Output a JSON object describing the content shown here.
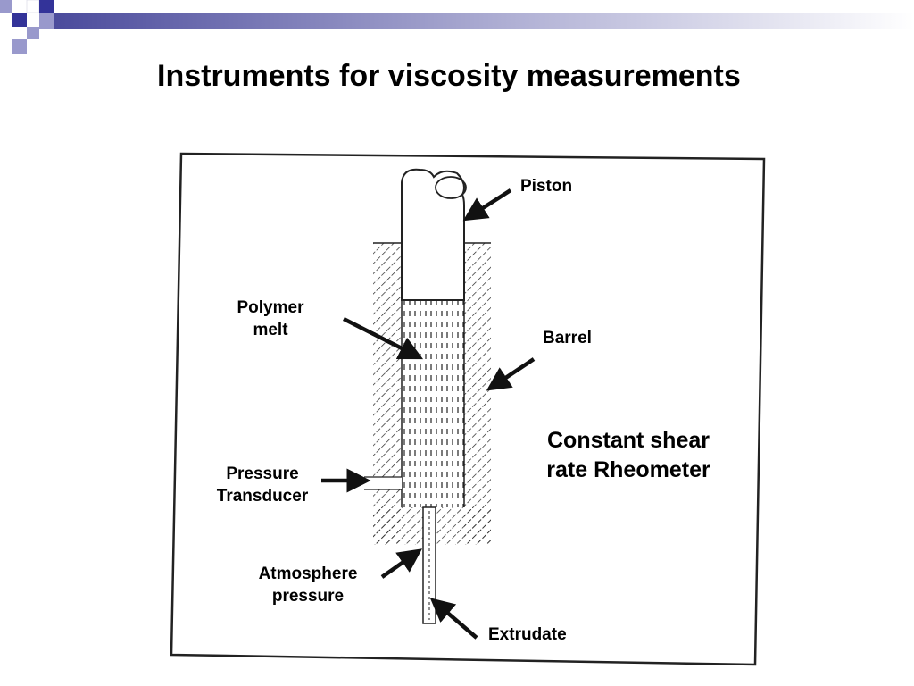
{
  "slide": {
    "title": "Instruments for viscosity measurements"
  },
  "diagram": {
    "labels": {
      "piston": "Piston",
      "polymer_melt": [
        "Polymer",
        "melt"
      ],
      "barrel": "Barrel",
      "pressure_transducer": [
        "Pressure",
        "Transducer"
      ],
      "atmosphere_pressure": [
        "Atmosphere",
        "pressure"
      ],
      "extrudate": "Extrudate",
      "rheometer_type": [
        "Constant shear",
        "rate Rheometer"
      ]
    }
  },
  "colors": {
    "title_text": "#000000",
    "corner_square_dark": "#333399",
    "corner_square_light": "#9999cc",
    "header_gradient_start": "#4b4b9c",
    "header_gradient_end": "#ffffff",
    "diagram_ink": "#111111"
  }
}
